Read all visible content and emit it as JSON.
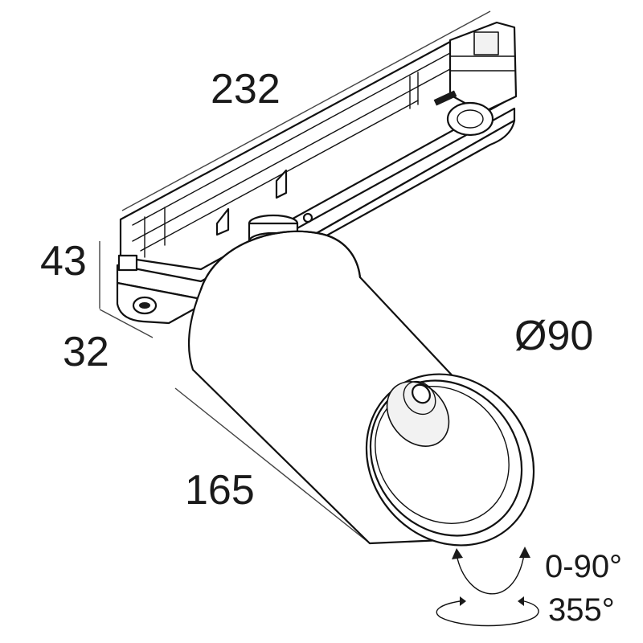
{
  "dimensions": {
    "rail_length": "232",
    "height": "43",
    "depth": "32",
    "body_length": "165",
    "diameter": "Ø90"
  },
  "rotation": {
    "tilt": "0-90°",
    "pan": "355°"
  }
}
